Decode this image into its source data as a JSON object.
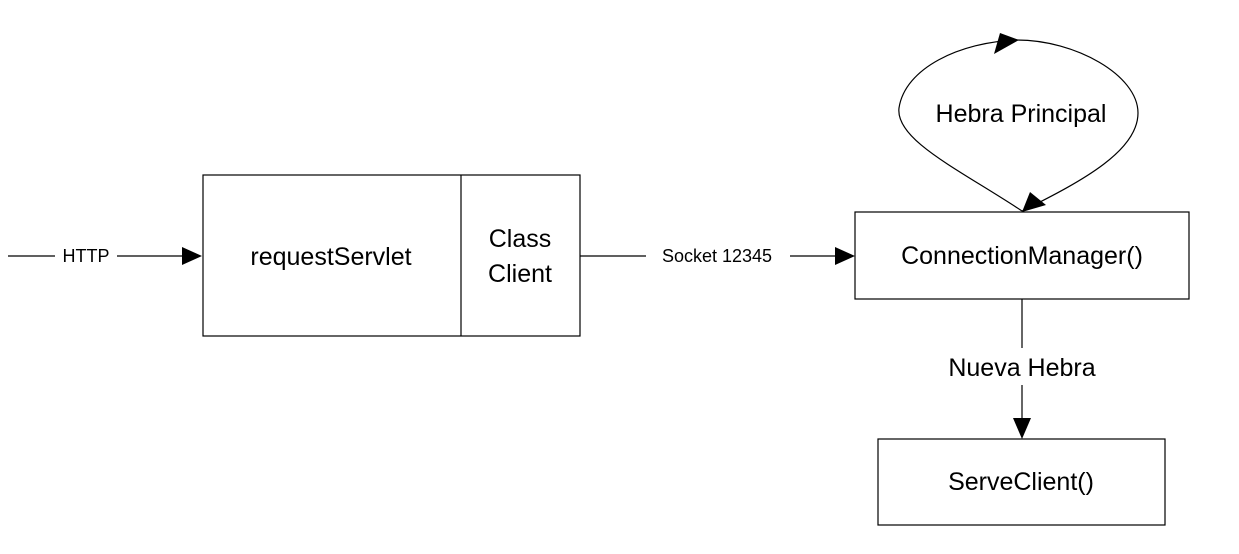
{
  "diagram": {
    "edges": {
      "http": "HTTP",
      "socket": "Socket 12345",
      "new_thread": "Nueva Hebra"
    },
    "nodes": {
      "request_servlet": "requestServlet",
      "class_client_line1": "Class",
      "class_client_line2": "Client",
      "connection_manager": "ConnectionManager()",
      "serve_client": "ServeClient()",
      "main_thread": "Hebra Principal"
    }
  }
}
